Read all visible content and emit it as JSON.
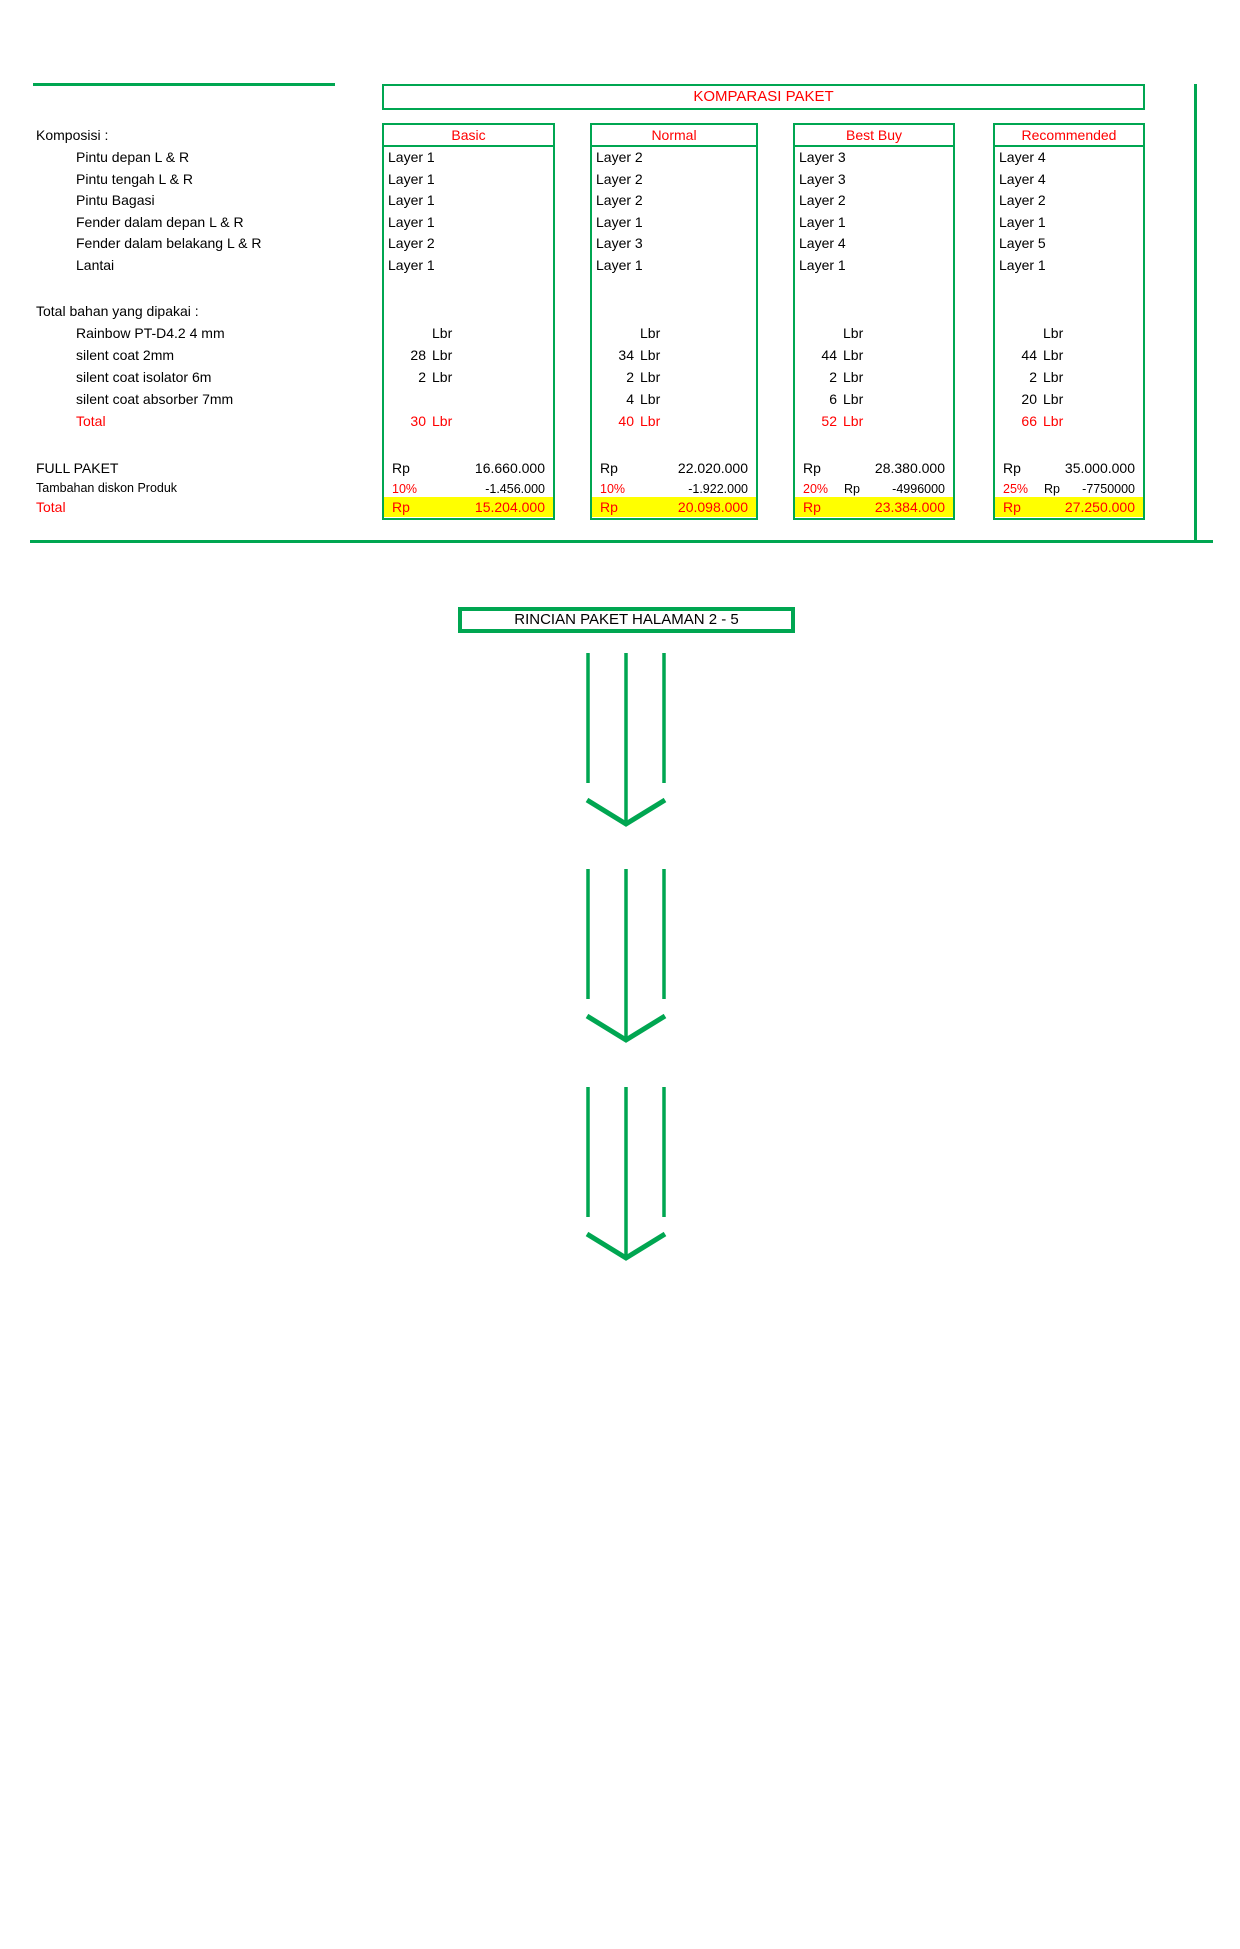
{
  "title": "KOMPARASI PAKET",
  "rincian_label": "RINCIAN PAKET HALAMAN  2 - 5",
  "colors": {
    "accent_green": "#00A651",
    "alert_red": "#FF0000",
    "highlight_yellow": "#FFFF00"
  },
  "komposisi": {
    "heading": "Komposisi :",
    "rows": [
      "Pintu depan L & R",
      "Pintu tengah L & R",
      "Pintu Bagasi",
      "Fender dalam depan L & R",
      "Fender dalam belakang L & R",
      "Lantai"
    ]
  },
  "bahan": {
    "heading": "Total bahan yang dipakai :",
    "rows": [
      "Rainbow PT-D4.2 4 mm",
      "silent coat 2mm",
      "silent coat isolator 6m",
      "silent coat absorber 7mm"
    ],
    "total_label": "Total"
  },
  "footer": {
    "full_paket_label": "FULL PAKET",
    "diskon_label": "Tambahan diskon Produk",
    "total_label": "Total"
  },
  "packages": [
    {
      "name": "Basic",
      "layers": [
        "Layer 1",
        "Layer 1",
        "Layer 1",
        "Layer 1",
        "Layer 2",
        "Layer 1"
      ],
      "bahan": [
        {
          "qty": "",
          "unit": "Lbr"
        },
        {
          "qty": "28",
          "unit": "Lbr"
        },
        {
          "qty": "2",
          "unit": "Lbr"
        },
        {
          "qty": "",
          "unit": ""
        }
      ],
      "bahan_total": {
        "qty": "30",
        "unit": "Lbr"
      },
      "price": {
        "currency": "Rp",
        "amount": "16.660.000"
      },
      "discount": {
        "pct": "10%",
        "mid": "",
        "amount": "-1.456.000"
      },
      "total": {
        "currency": "Rp",
        "amount": "15.204.000"
      }
    },
    {
      "name": "Normal",
      "layers": [
        "Layer 2",
        "Layer 2",
        "Layer 2",
        "Layer 1",
        "Layer 3",
        "Layer 1"
      ],
      "bahan": [
        {
          "qty": "",
          "unit": "Lbr"
        },
        {
          "qty": "34",
          "unit": "Lbr"
        },
        {
          "qty": "2",
          "unit": "Lbr"
        },
        {
          "qty": "4",
          "unit": "Lbr"
        }
      ],
      "bahan_total": {
        "qty": "40",
        "unit": "Lbr"
      },
      "price": {
        "currency": "Rp",
        "amount": "22.020.000"
      },
      "discount": {
        "pct": "10%",
        "mid": "",
        "amount": "-1.922.000"
      },
      "total": {
        "currency": "Rp",
        "amount": "20.098.000"
      }
    },
    {
      "name": "Best Buy",
      "layers": [
        "Layer 3",
        "Layer 3",
        "Layer 2",
        "Layer 1",
        "Layer 4",
        "Layer 1"
      ],
      "bahan": [
        {
          "qty": "",
          "unit": "Lbr"
        },
        {
          "qty": "44",
          "unit": "Lbr"
        },
        {
          "qty": "2",
          "unit": "Lbr"
        },
        {
          "qty": "6",
          "unit": "Lbr"
        }
      ],
      "bahan_total": {
        "qty": "52",
        "unit": "Lbr"
      },
      "price": {
        "currency": "Rp",
        "amount": "28.380.000"
      },
      "discount": {
        "pct": "20%",
        "mid": "Rp",
        "amount": "-4996000"
      },
      "total": {
        "currency": "Rp",
        "amount": "23.384.000"
      }
    },
    {
      "name": "Recommended",
      "layers": [
        "Layer 4",
        "Layer 4",
        "Layer 2",
        "Layer 1",
        "Layer 5",
        "Layer 1"
      ],
      "bahan": [
        {
          "qty": "",
          "unit": "Lbr"
        },
        {
          "qty": "44",
          "unit": "Lbr"
        },
        {
          "qty": "2",
          "unit": "Lbr"
        },
        {
          "qty": "20",
          "unit": "Lbr"
        }
      ],
      "bahan_total": {
        "qty": "66",
        "unit": "Lbr"
      },
      "price": {
        "currency": "Rp",
        "amount": "35.000.000"
      },
      "discount": {
        "pct": "25%",
        "mid": "Rp",
        "amount": "-7750000"
      },
      "total": {
        "currency": "Rp",
        "amount": "27.250.000"
      }
    }
  ]
}
